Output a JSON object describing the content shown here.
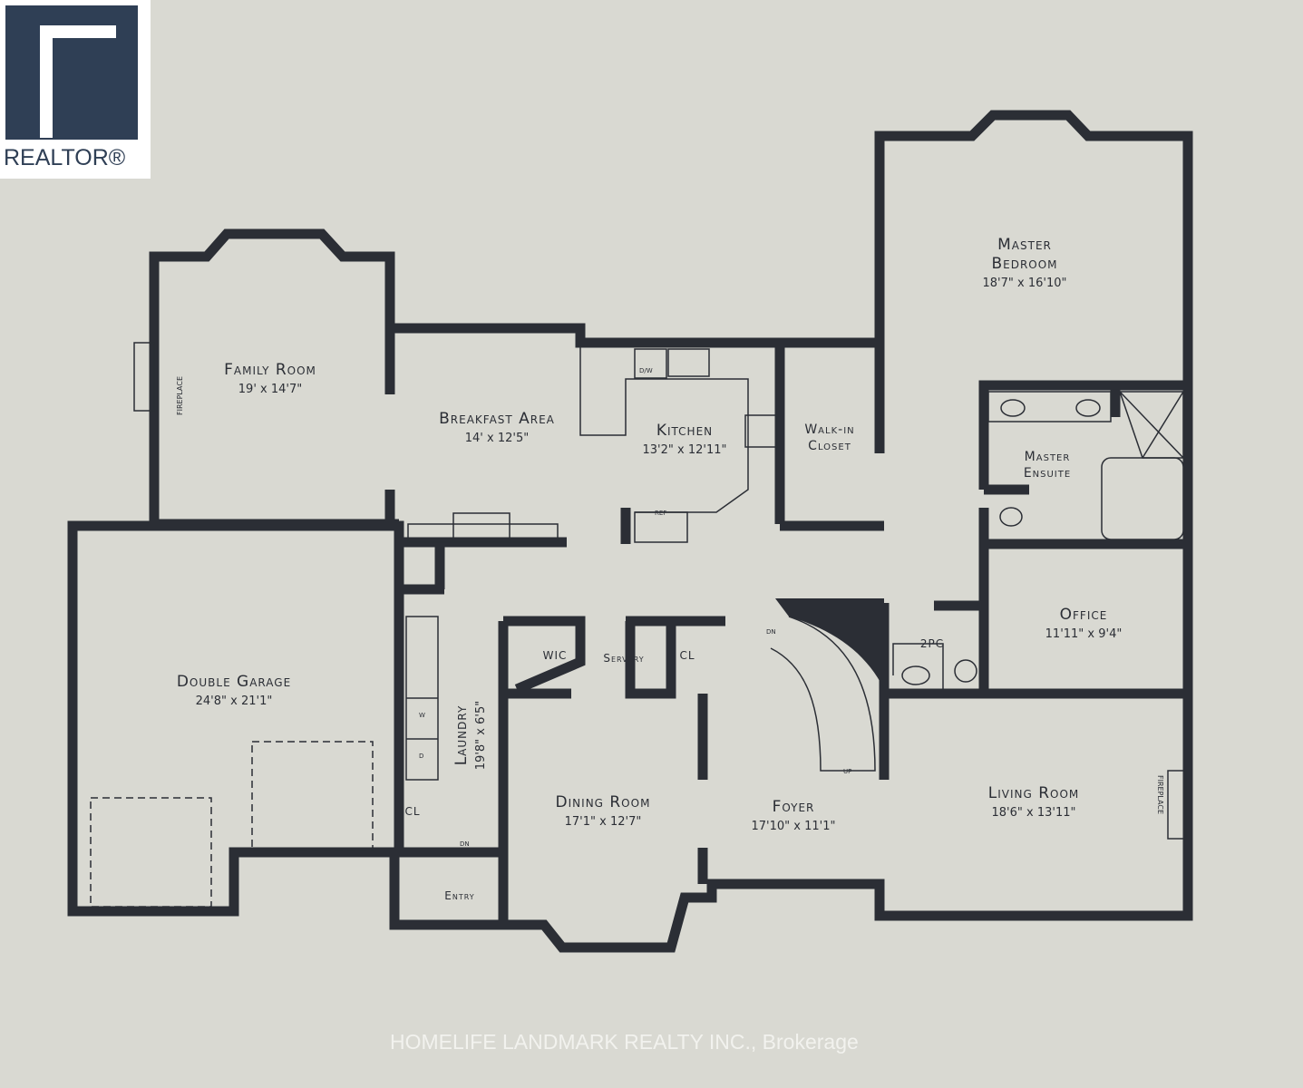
{
  "logo": {
    "text": "REALTOR®"
  },
  "watermark": "HOMELIFE LANDMARK REALTY INC., Brokerage",
  "colors": {
    "paper": "#d9d9d2",
    "wall": "#2b2e35"
  },
  "rooms": {
    "family": {
      "name": "Family Room",
      "dim": "19' x 14'7\""
    },
    "breakfast": {
      "name": "Breakfast Area",
      "dim": "14' x 12'5\""
    },
    "kitchen": {
      "name": "Kitchen",
      "dim": "13'2\" x 12'11\""
    },
    "master": {
      "name": "Master Bedroom",
      "dim": "18'7\" x 16'10\""
    },
    "ensuite": {
      "name": "Master Ensuite"
    },
    "closet": {
      "name": "Walk-in Closet"
    },
    "office": {
      "name": "Office",
      "dim": "11'11\" x 9'4\""
    },
    "garage": {
      "name": "Double Garage",
      "dim": "24'8\" x 21'1\""
    },
    "laundry": {
      "name": "Laundry",
      "dim": "19'8\" x 6'5\""
    },
    "dining": {
      "name": "Dining Room",
      "dim": "17'1\" x 12'7\""
    },
    "foyer": {
      "name": "Foyer",
      "dim": "17'10\" x 11'1\""
    },
    "living": {
      "name": "Living Room",
      "dim": "18'6\" x 13'11\""
    }
  },
  "labels": {
    "wic": "WIC",
    "servery": "Servery",
    "cl1": "CL",
    "cl2": "CL",
    "twopc": "2PC",
    "entry": "Entry",
    "dw": "D/W",
    "ref": "REF",
    "washer": "W",
    "dryer": "D",
    "dn1": "DN",
    "dn2": "DN",
    "up": "UP",
    "fireplace1": "FIREPLACE",
    "fireplace2": "FIREPLACE"
  }
}
